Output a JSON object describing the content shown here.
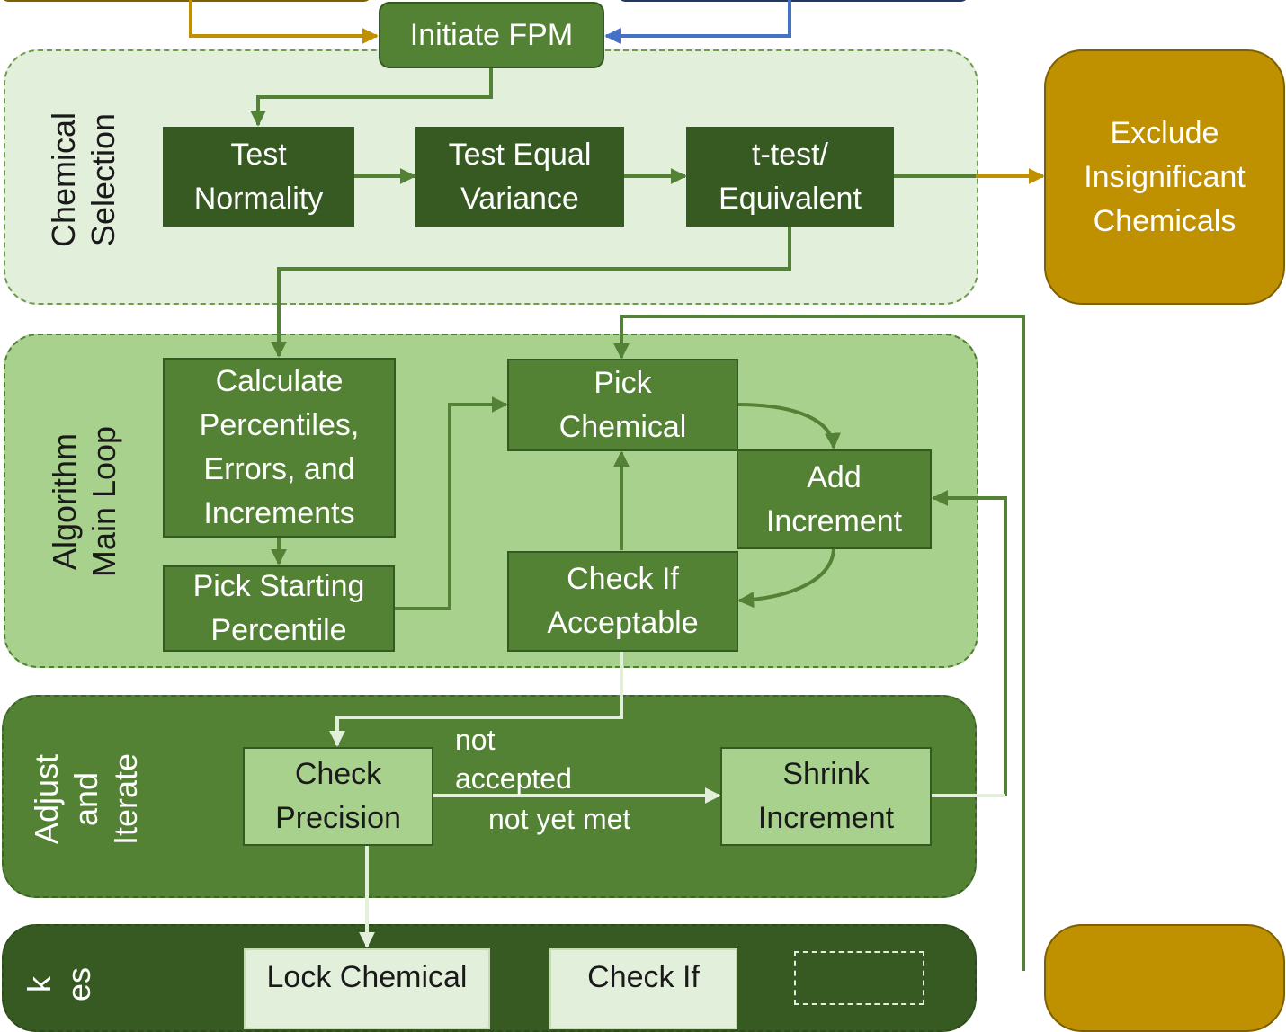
{
  "colors": {
    "gold": "#bf9000",
    "blue": "#4472c4",
    "green_arrow": "#538135",
    "dark_green": "#375a23",
    "mid_green": "#548235",
    "light_green": "#a9d18e",
    "pale_green": "#e2efda"
  },
  "sections": {
    "chemical_selection": "Chemical\nSelection",
    "main_loop": "Algorithm\nMain Loop",
    "adjust_iterate": "Adjust\nand\nIterate",
    "bottom_partial": "k\nes"
  },
  "nodes": {
    "initiate": "Initiate FPM",
    "test_normality": "Test\nNormality",
    "test_equal_variance": "Test Equal\nVariance",
    "ttest": "t-test/\nEquivalent",
    "exclude": "Exclude\nInsignificant\nChemicals",
    "calculate": "Calculate\nPercentiles,\nErrors, and\nIncrements",
    "pick_starting": "Pick Starting\nPercentile",
    "pick_chemical": "Pick\nChemical",
    "add_increment": "Add\nIncrement",
    "check_acceptable": "Check If\nAcceptable",
    "check_precision": "Check\nPrecision",
    "shrink_increment": "Shrink\nIncrement",
    "lock_chemical": "Lock Chemical",
    "check_if_bottom": "Check If"
  },
  "edge_labels": {
    "not_accepted": "not\naccepted",
    "not_yet_met": "not yet met"
  }
}
